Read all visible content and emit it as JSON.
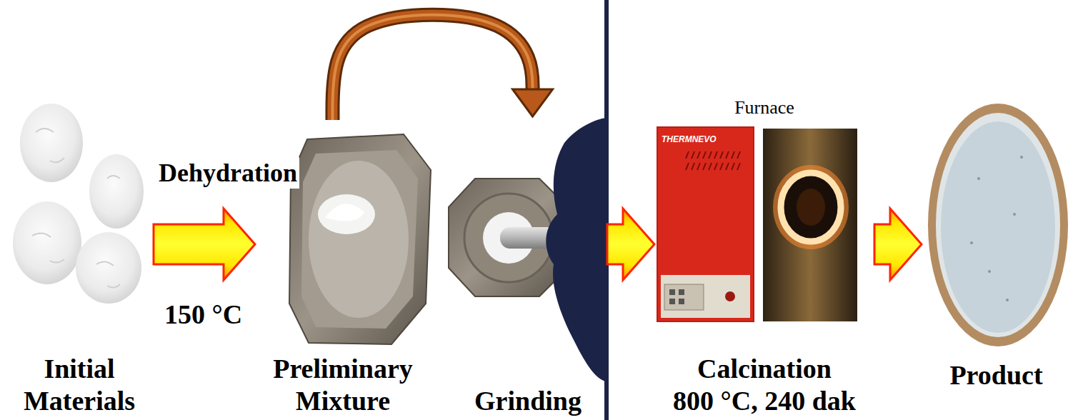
{
  "diagram": {
    "nodes": [
      {
        "text": [
          "Initial Materials"
        ]
      },
      {
        "text": [
          "Preliminary Mixture"
        ]
      },
      {
        "text": [
          "Grinding"
        ]
      },
      {
        "text": [
          "Furnace",
          "Calcination",
          "800 °C, 240 dak"
        ]
      },
      {
        "text": [
          "Product"
        ]
      }
    ],
    "edges": [
      {
        "from": 0,
        "to": 1,
        "label": "Dehydration",
        "arrow": "to"
      },
      {
        "from": 1,
        "to": 2,
        "arrow": "to"
      },
      {
        "from": 2,
        "to": 3,
        "arrow": "to"
      },
      {
        "from": 3,
        "to": 4,
        "arrow": "to"
      }
    ],
    "labels": [
      "150 °C",
      "THERMNEVO"
    ]
  }
}
